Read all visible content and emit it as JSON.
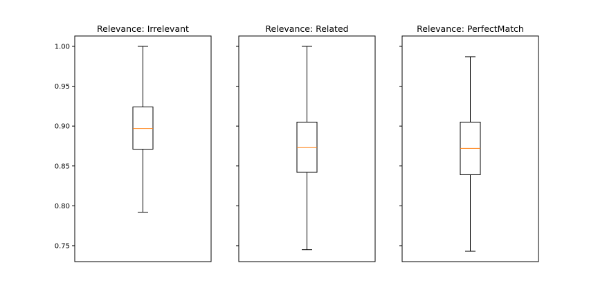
{
  "chart_data": {
    "type": "box",
    "shared_y_axis": true,
    "ylim": [
      0.73,
      1.013
    ],
    "yticks": [
      0.75,
      0.8,
      0.85,
      0.9,
      0.95,
      1.0
    ],
    "ytick_labels": [
      "0.75",
      "0.80",
      "0.85",
      "0.90",
      "0.95",
      "1.00"
    ],
    "grid": false,
    "colors": {
      "median": "#ff7f0e",
      "box": "#000000",
      "axes": "#000000"
    },
    "panels": [
      {
        "title": "Relevance: Irrelevant",
        "whisker_low": 0.792,
        "q1": 0.871,
        "median": 0.897,
        "q3": 0.924,
        "whisker_high": 1.0
      },
      {
        "title": "Relevance: Related",
        "whisker_low": 0.745,
        "q1": 0.842,
        "median": 0.873,
        "q3": 0.905,
        "whisker_high": 1.0
      },
      {
        "title": "Relevance: PerfectMatch",
        "whisker_low": 0.743,
        "q1": 0.839,
        "median": 0.872,
        "q3": 0.905,
        "whisker_high": 0.987
      }
    ]
  }
}
